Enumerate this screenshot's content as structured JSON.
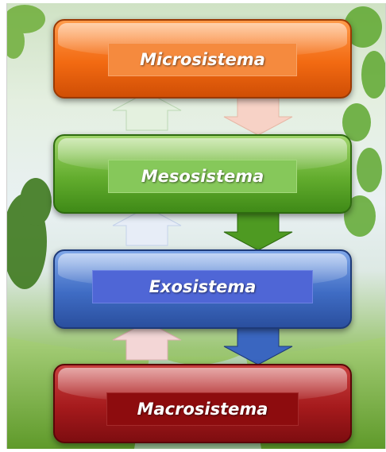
{
  "diagram": {
    "levels": [
      {
        "key": "micro",
        "label": "Microsistema",
        "color": "#f26a12"
      },
      {
        "key": "meso",
        "label": "Mesosistema",
        "color": "#63ad2e"
      },
      {
        "key": "exo",
        "label": "Exosistema",
        "color": "#3f6cc4"
      },
      {
        "key": "macro",
        "label": "Macrosistema",
        "color": "#a51a1c"
      }
    ],
    "arrows": [
      {
        "from": "micro",
        "to": "meso",
        "direction": "down",
        "color": "#f7d2c6"
      },
      {
        "from": "meso",
        "to": "micro",
        "direction": "up",
        "color": "#e4f1df"
      },
      {
        "from": "meso",
        "to": "exo",
        "direction": "down",
        "color": "#4e9a22"
      },
      {
        "from": "exo",
        "to": "meso",
        "direction": "up",
        "color": "#e7edf7"
      },
      {
        "from": "exo",
        "to": "macro",
        "direction": "down",
        "color": "#3a66c0"
      },
      {
        "from": "macro",
        "to": "exo",
        "direction": "up",
        "color": "#f3d6d6"
      }
    ]
  }
}
